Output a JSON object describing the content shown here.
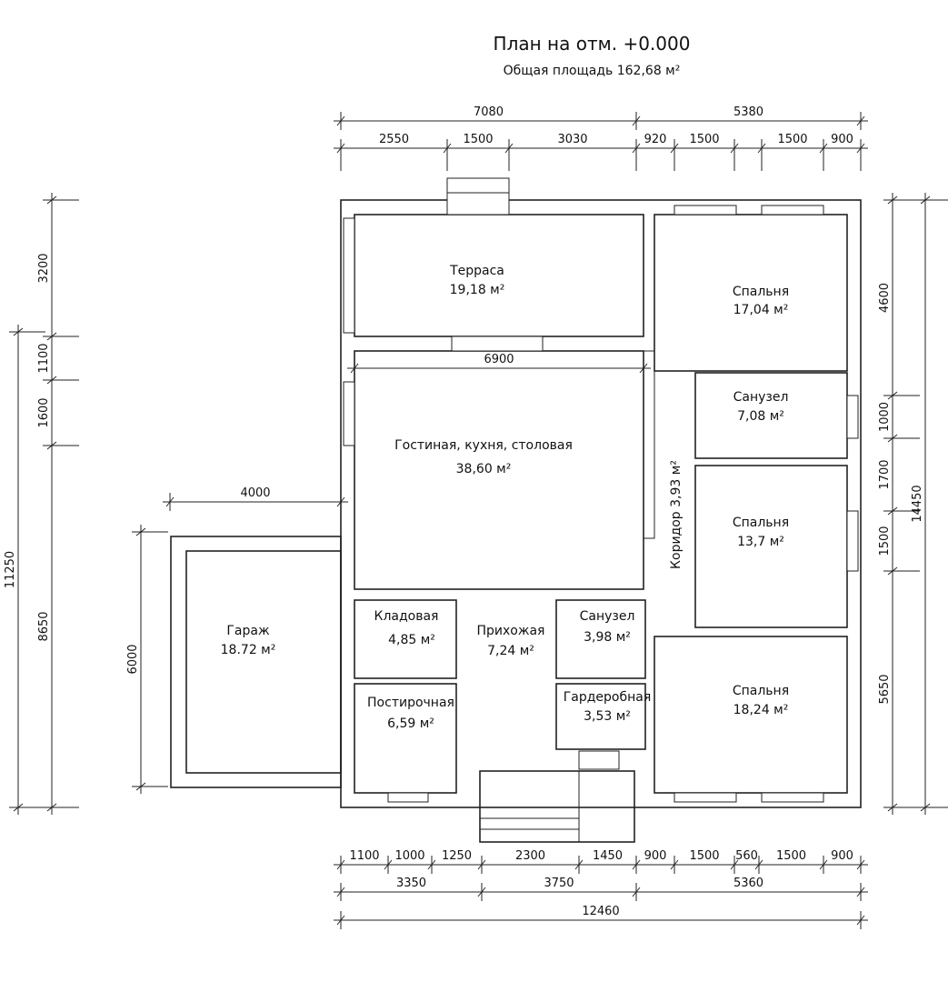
{
  "title": "План на отм. +0.000",
  "subtitle": "Общая площадь 162,68 м²",
  "rooms": {
    "terrace": {
      "name": "Терраса",
      "area": "19,18 м²"
    },
    "bedroom1": {
      "name": "Спальня",
      "area": "17,04 м²"
    },
    "bath1": {
      "name": "Санузел",
      "area": "7,08 м²"
    },
    "living": {
      "name": "Гостиная, кухня, столовая",
      "area": "38,60 м²"
    },
    "corridor": {
      "name": "Коридор 3,93 м²"
    },
    "bedroom2": {
      "name": "Спальня",
      "area": "13,7 м²"
    },
    "garage": {
      "name": "Гараж",
      "area": "18.72 м²"
    },
    "pantry": {
      "name": "Кладовая",
      "area": "4,85 м²"
    },
    "hall": {
      "name": "Прихожая",
      "area": "7,24 м²"
    },
    "bath2": {
      "name": "Санузел",
      "area": "3,98 м²"
    },
    "laundry": {
      "name": "Постирочная",
      "area": "6,59 м²"
    },
    "wardrobe": {
      "name": "Гардеробная",
      "area": "3,53 м²"
    },
    "bedroom3": {
      "name": "Спальня",
      "area": "18,24 м²"
    }
  },
  "dims": {
    "top_total": [
      "7080",
      "5380"
    ],
    "top_seg": [
      "2550",
      "1500",
      "3030",
      "920",
      "1500",
      "1500",
      "900"
    ],
    "bottom_seg": [
      "1100",
      "1000",
      "1250",
      "2300",
      "1450",
      "900",
      "1500",
      "560",
      "1500",
      "900"
    ],
    "bottom_mid": [
      "3350",
      "3750",
      "5360"
    ],
    "bottom_total": "12460",
    "left_seg": [
      "3200",
      "1100",
      "1600",
      "8650"
    ],
    "left_total": "11250",
    "garage_h": "6000",
    "garage_w": "4000",
    "living_w": "6900",
    "right_seg": [
      "4600",
      "1000",
      "1700",
      "1500",
      "5650"
    ],
    "right_total": "14450"
  }
}
